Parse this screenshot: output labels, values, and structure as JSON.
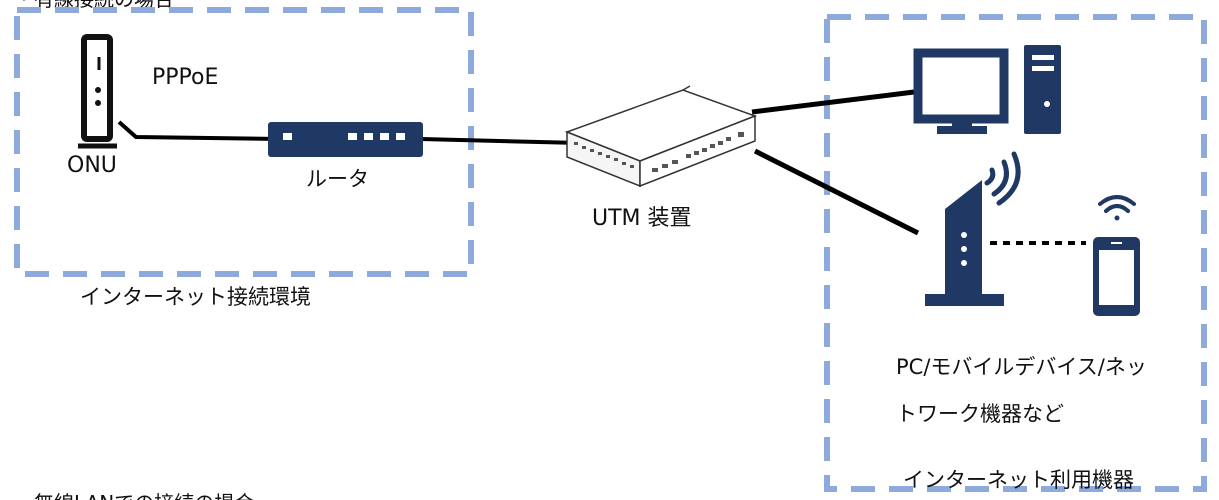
{
  "header": {
    "cut_text": "・有線接続の場合"
  },
  "left_group": {
    "protocol_label": "PPPoE",
    "onu_label": "ONU",
    "router_label": "ルータ",
    "caption": "インターネット接続環境"
  },
  "center": {
    "utm_label": "UTM 装置"
  },
  "right_group": {
    "devices_label_line1": "PC/モバイルデバイス/ネッ",
    "devices_label_line2": "トワーク機器など",
    "caption": "インターネット利用機器"
  },
  "footer": {
    "cut_text": "・無線LANでの接続の場合"
  },
  "colors": {
    "dashed_border": "#8EA9DB",
    "device_navy": "#1F3864",
    "line": "#000000"
  },
  "icons": [
    "onu-icon",
    "router-icon",
    "utm-appliance-icon",
    "desktop-pc-icon",
    "wireless-ap-icon",
    "smartphone-icon",
    "wifi-signal-icon"
  ]
}
